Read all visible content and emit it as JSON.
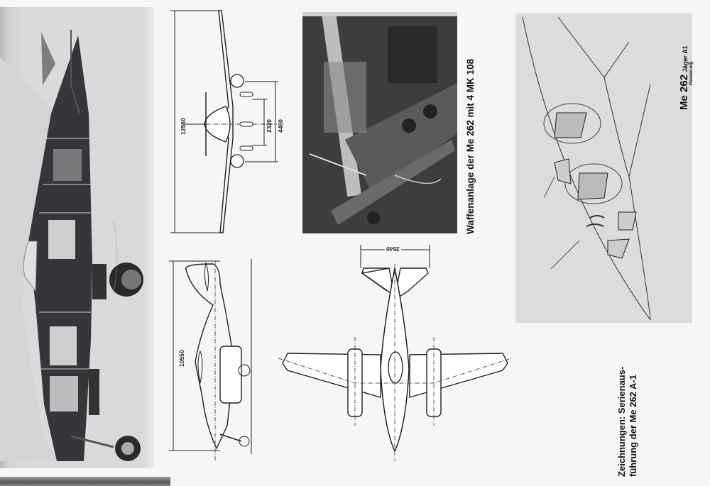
{
  "page": {
    "background": "#f6f6f7",
    "photo_left": {
      "label": "cutaway-photo-me262-fuselage"
    },
    "photo_mid": {
      "caption": "Waffenanlage der Me 262 mit 4 MK 108"
    },
    "drawings": {
      "front_view": {
        "dimensions": {
          "span": "12560",
          "track_inner": "2320",
          "track_outer": "4460"
        }
      },
      "side_view": {
        "dimensions": {
          "length": "10550"
        }
      },
      "top_view": {
        "dimensions": {
          "tailplane_span": "3540"
        }
      }
    },
    "sketch": {
      "title": "Me 262",
      "title_suffix": "Jäger A1",
      "subtitle": "Panzerung"
    },
    "caption_bottom": {
      "line1": "Zeichnungen: Serienaus-",
      "line2": "führung der Me 262 A-1"
    }
  }
}
